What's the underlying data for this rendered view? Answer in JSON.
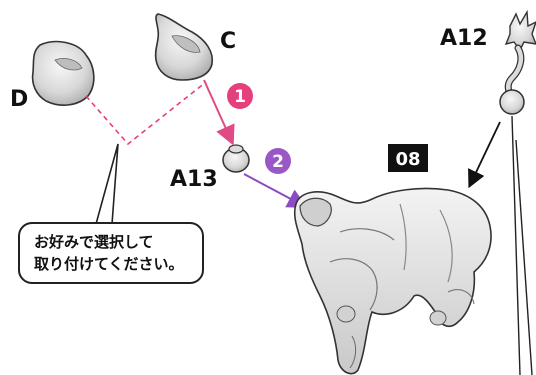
{
  "parts": {
    "d": "D",
    "c": "C",
    "a13": "A13",
    "a12": "A12"
  },
  "box_label": "08",
  "steps": [
    "1",
    "2"
  ],
  "note": {
    "line1": "お好みで選択して",
    "line2": "取り付けてください。"
  },
  "colors": {
    "step1": "#e63f7d",
    "step2": "#9a57c6",
    "dashed_guide": "#e63f7d",
    "arrow1": "#e04a86",
    "arrow2": "#8a4cc0",
    "box": "#111111"
  }
}
